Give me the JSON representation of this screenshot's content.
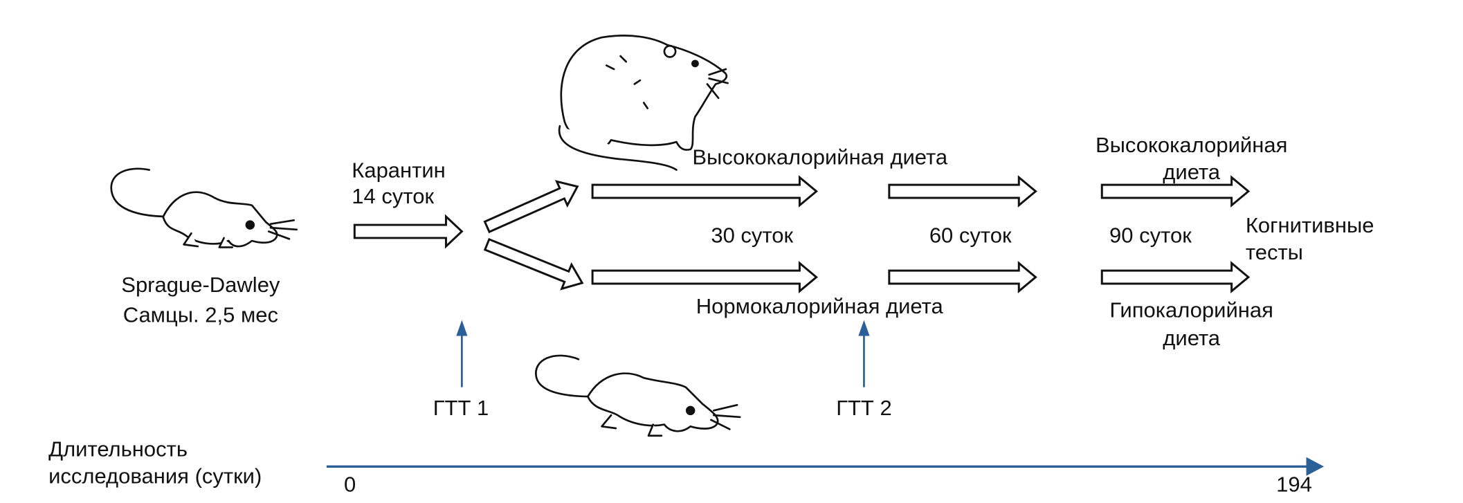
{
  "subjects": {
    "strain": "Sprague-Dawley",
    "group": "Самцы. 2,5 мес"
  },
  "quarantine": {
    "line1": "Карантин",
    "line2": "14 суток"
  },
  "diets": {
    "high_phase1": "Высококалорийная диета",
    "normal_phase1": "Нормокалорийная диета",
    "high_phase3_line1": "Высококалорийная",
    "high_phase3_line2": "диета",
    "hypo_phase3_line1": "Гипокалорийная",
    "hypo_phase3_line2": "диета"
  },
  "durations": [
    "30 суток",
    "60 суток",
    "90 суток"
  ],
  "endpoint": {
    "line1": "Когнитивные",
    "line2": "тесты"
  },
  "tests": [
    "ГТТ 1",
    "ГТТ 2"
  ],
  "timeline": {
    "label_line1": "Длительность",
    "label_line2": "исследования (сутки)",
    "start": "0",
    "end": "194"
  },
  "colors": {
    "accent": "#2b5f97",
    "stroke": "#111111"
  }
}
